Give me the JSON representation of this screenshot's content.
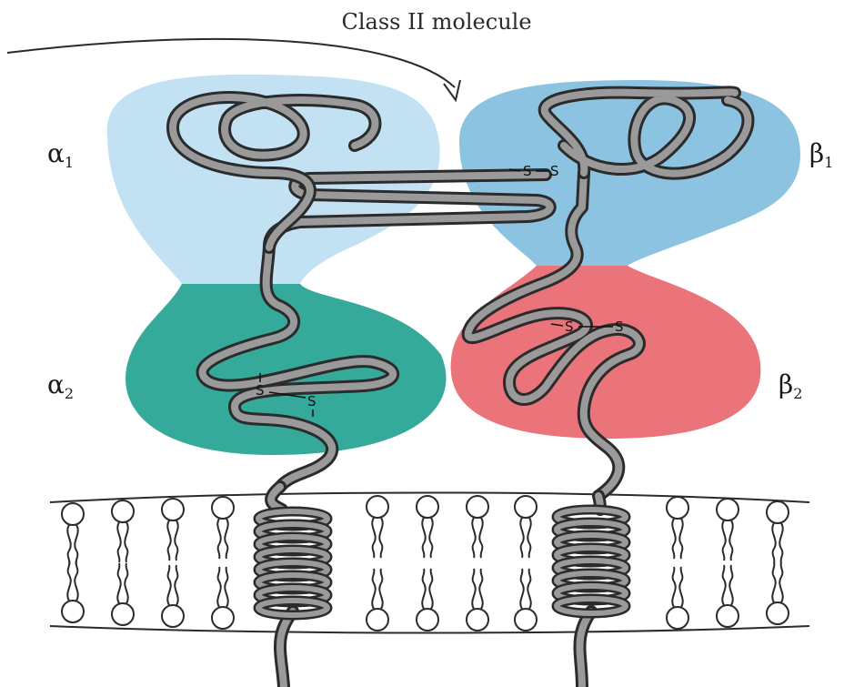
{
  "title": "Class II molecule",
  "domains": {
    "alpha1": {
      "symbol": "α",
      "subscript": "1",
      "color": "#c2e2f4"
    },
    "alpha2": {
      "symbol": "α",
      "subscript": "2",
      "color": "#35a99a"
    },
    "beta1": {
      "symbol": "β",
      "subscript": "1",
      "color": "#8cc3e0"
    },
    "beta2": {
      "symbol": "β",
      "subscript": "2",
      "color": "#ea747a"
    }
  },
  "disulfide_bonds": {
    "alpha2": [
      "S",
      "S"
    ],
    "beta1": [
      "S",
      "S"
    ],
    "beta2": [
      "S",
      "S"
    ]
  },
  "colors": {
    "chain_fill": "#9a9a9a",
    "chain_outline": "#2b2b2b",
    "membrane_line": "#2b2b2b"
  }
}
